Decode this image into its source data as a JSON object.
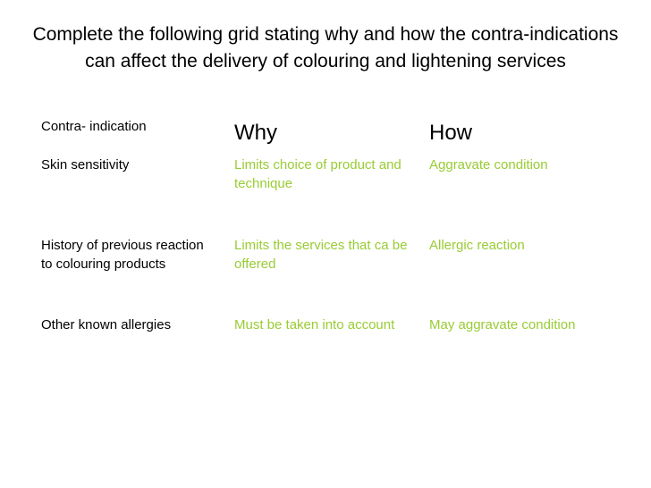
{
  "title": "Complete the following grid stating why and how the contra-indications can affect the delivery  of colouring and lightening services",
  "table": {
    "headers": [
      "Contra- indication",
      "Why",
      "How"
    ],
    "rows": [
      [
        "Skin sensitivity",
        "Limits choice of product and technique",
        "Aggravate condition"
      ],
      [
        "History of previous reaction to colouring products",
        "Limits the services that ca be offered",
        "Allergic reaction"
      ],
      [
        "Other known allergies",
        "Must be taken into account",
        "May aggravate condition"
      ]
    ]
  },
  "colors": {
    "answer_text": "#99cc33",
    "text": "#000000",
    "background": "#ffffff"
  }
}
